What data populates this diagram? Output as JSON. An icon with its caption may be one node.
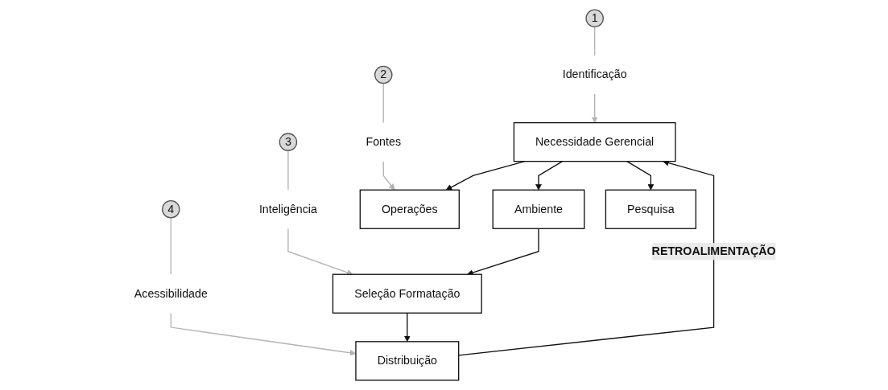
{
  "diagram": {
    "nodes": [
      {
        "text": [
          "1"
        ]
      },
      {
        "text": [
          "2"
        ]
      },
      {
        "text": [
          "3"
        ]
      },
      {
        "text": [
          "4"
        ]
      },
      {
        "text": [
          "Identificação"
        ]
      },
      {
        "text": [
          "Fontes"
        ]
      },
      {
        "text": [
          "Inteligência"
        ]
      },
      {
        "text": [
          "Acessibilidade"
        ]
      },
      {
        "text": [
          "Necessidade Gerencial"
        ]
      },
      {
        "text": [
          "Operações"
        ]
      },
      {
        "text": [
          "Ambiente"
        ]
      },
      {
        "text": [
          "Pesquisa"
        ]
      },
      {
        "text": [
          "Seleção Formatação"
        ]
      },
      {
        "text": [
          "Distribuição"
        ]
      }
    ],
    "edges": [
      {
        "from": 0,
        "to": 4,
        "arrow": "none",
        "color": "#b3b3b3"
      },
      {
        "from": 1,
        "to": 5,
        "arrow": "none",
        "color": "#b3b3b3"
      },
      {
        "from": 2,
        "to": 6,
        "arrow": "none",
        "color": "#b3b3b3"
      },
      {
        "from": 3,
        "to": 7,
        "arrow": "none",
        "color": "#b3b3b3"
      },
      {
        "from": 4,
        "to": 8,
        "arrow": "to",
        "color": "#b3b3b3"
      },
      {
        "from": 5,
        "to": 9,
        "arrow": "to",
        "color": "#b3b3b3"
      },
      {
        "from": 6,
        "to": 12,
        "arrow": "to",
        "color": "#b3b3b3"
      },
      {
        "from": 7,
        "to": 13,
        "arrow": "to",
        "color": "#b3b3b3"
      },
      {
        "from": 8,
        "to": 9,
        "arrow": "to",
        "color": "#111111"
      },
      {
        "from": 8,
        "to": 10,
        "arrow": "to",
        "color": "#111111"
      },
      {
        "from": 8,
        "to": 11,
        "arrow": "to",
        "color": "#111111"
      },
      {
        "from": 10,
        "to": 12,
        "arrow": "to",
        "color": "#111111"
      },
      {
        "from": 12,
        "to": 13,
        "arrow": "to",
        "color": "#111111"
      },
      {
        "from": 13,
        "to": 8,
        "arrow": "to",
        "label": "RETROALIMENTAÇÃO",
        "color": "#111111"
      }
    ]
  }
}
